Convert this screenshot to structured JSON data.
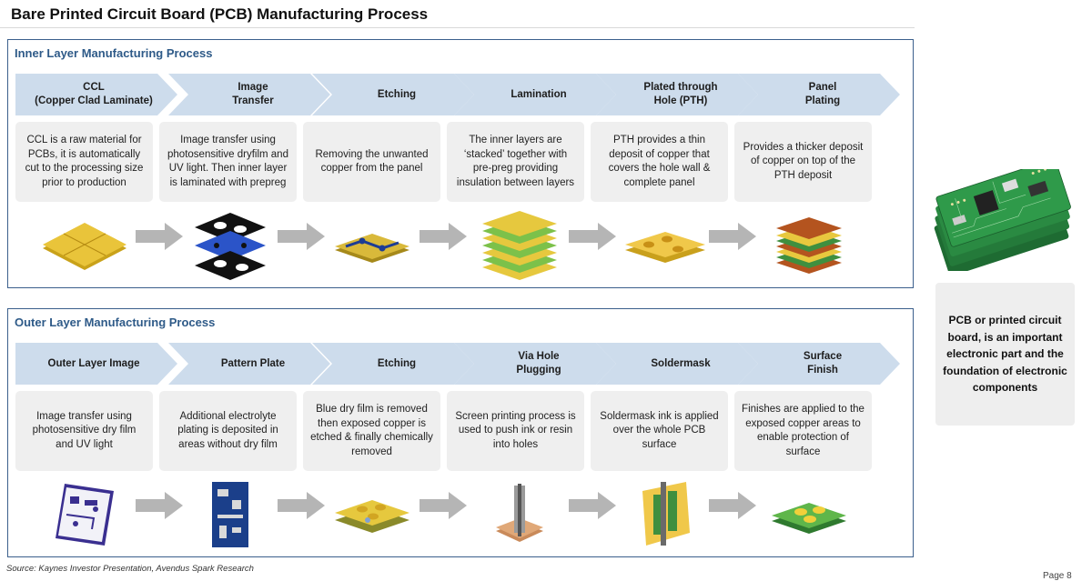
{
  "title": "Bare Printed Circuit Board (PCB) Manufacturing Process",
  "inner": {
    "title": "Inner Layer Manufacturing Process",
    "steps": [
      {
        "label": "CCL\n(Copper Clad Laminate)",
        "desc": "CCL is a raw material for PCBs, it is automatically cut to the processing size prior to production"
      },
      {
        "label": "Image\nTransfer",
        "desc": "Image transfer using photosensitive dryfilm and UV light. Then inner layer is laminated with prepreg"
      },
      {
        "label": "Etching",
        "desc": "Removing the unwanted copper from the panel"
      },
      {
        "label": "Lamination",
        "desc": "The inner layers are ‘stacked’ together with pre-preg providing insulation between layers"
      },
      {
        "label": "Plated through\nHole (PTH)",
        "desc": "PTH provides a thin deposit of copper that covers the hole wall & complete panel"
      },
      {
        "label": "Panel\nPlating",
        "desc": "Provides a thicker deposit of copper on top of the PTH deposit"
      }
    ]
  },
  "outer": {
    "title": "Outer Layer Manufacturing Process",
    "steps": [
      {
        "label": "Outer Layer Image",
        "desc": "Image transfer using photosensitive dry film and UV light"
      },
      {
        "label": "Pattern Plate",
        "desc": "Additional electrolyte plating is deposited in areas without dry film"
      },
      {
        "label": "Etching",
        "desc": "Blue dry film is removed then exposed copper is etched & finally chemically removed"
      },
      {
        "label": "Via Hole\nPlugging",
        "desc": "Screen printing process is used to push ink or resin into holes"
      },
      {
        "label": "Soldermask",
        "desc": "Soldermask ink is applied over the whole PCB surface"
      },
      {
        "label": "Surface\nFinish",
        "desc": "Finishes are applied to the exposed copper areas to enable protection of surface"
      }
    ]
  },
  "side_note": "PCB or printed circuit board, is an important electronic part and the foundation of electronic components",
  "source": "Source: Kaynes Investor Presentation, Avendus Spark Research",
  "page_label": "Page 8",
  "colors": {
    "chevron": "#cddcec",
    "card": "#efefef",
    "panel_border": "#3b5f8c",
    "title_blue": "#2e5a88",
    "arrow": "#b5b5b5"
  }
}
